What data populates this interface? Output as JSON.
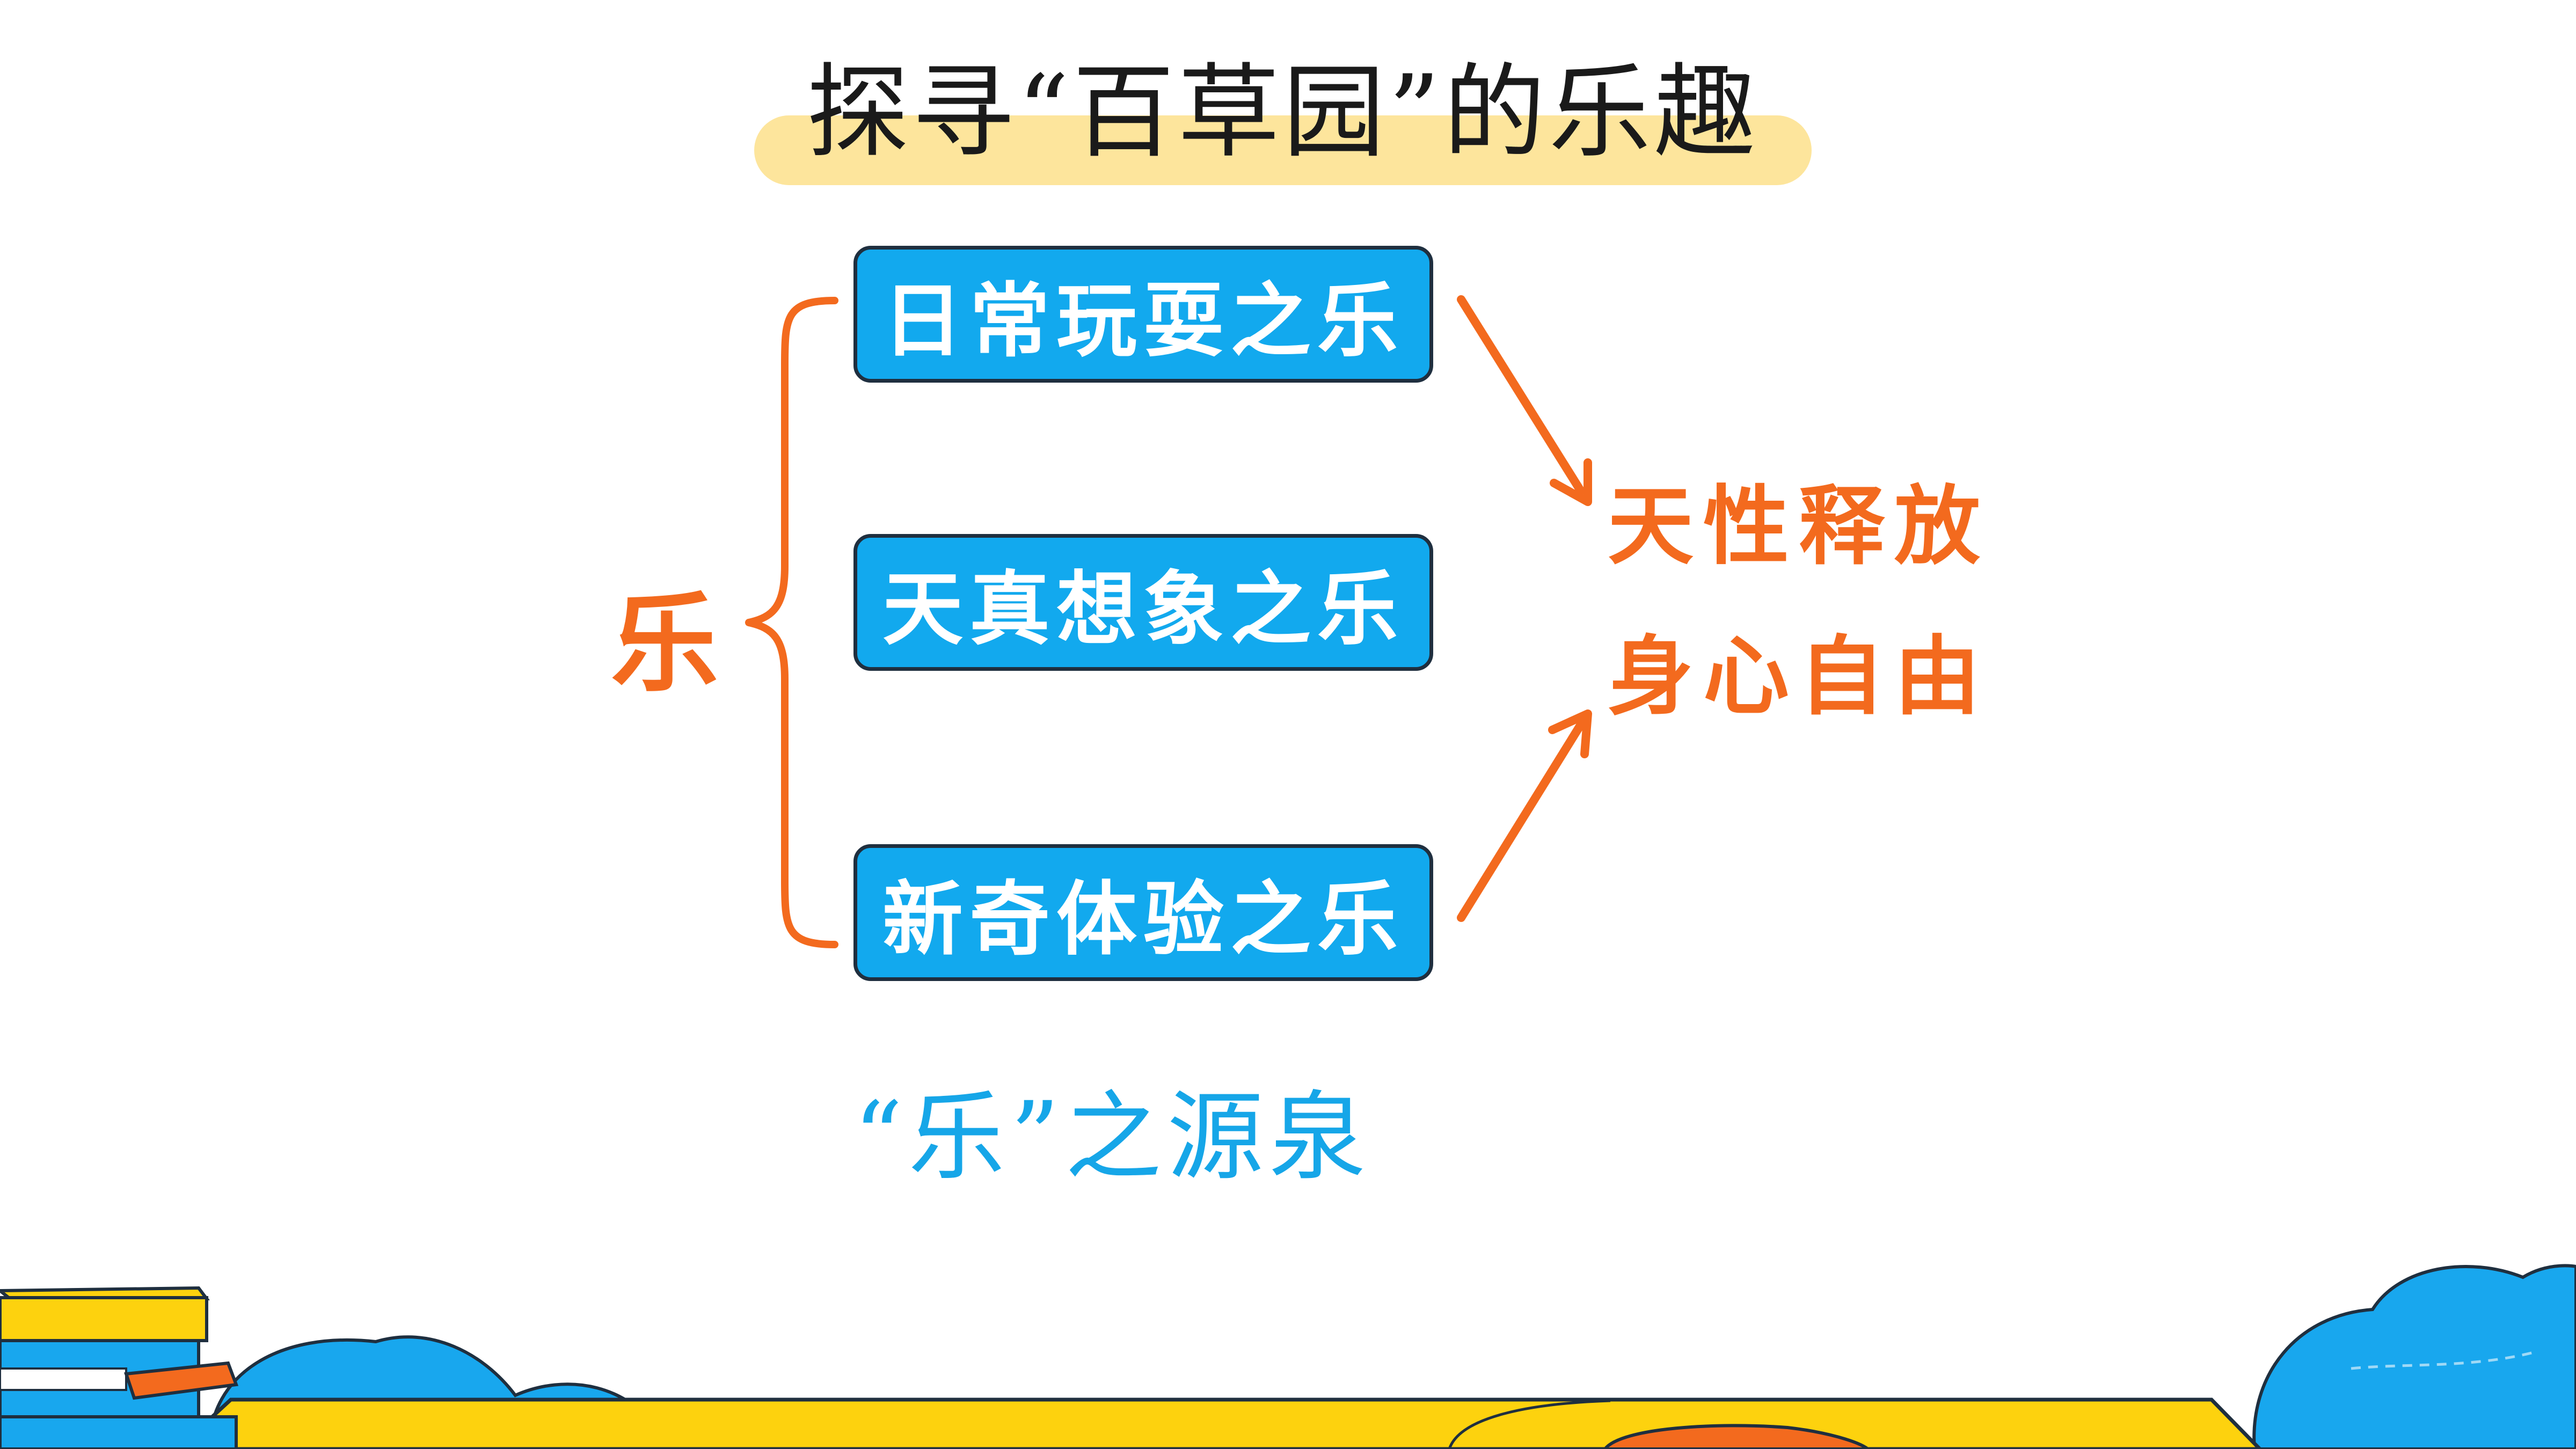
{
  "title": "探寻“百草园”的乐趣",
  "center": "乐",
  "branches": [
    "日常玩耍之乐",
    "天真想象之乐",
    "新奇体验之乐"
  ],
  "result": [
    "天性释放",
    "身心自由"
  ],
  "caption": "“乐”之源泉",
  "colors": {
    "box_fill": "#12a9ee",
    "accent_orange": "#f36a1e",
    "caption_blue": "#16a6e8",
    "title_highlight": "#fde59c"
  }
}
